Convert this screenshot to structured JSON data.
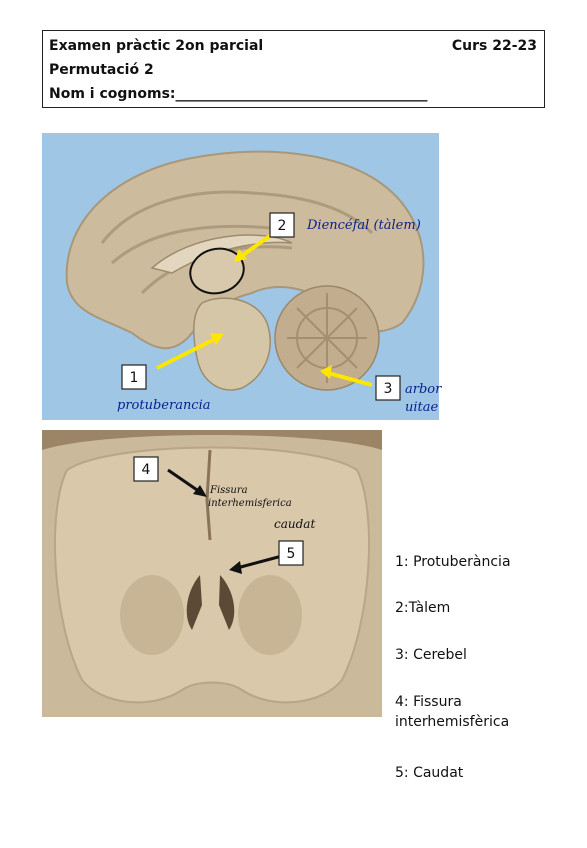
{
  "header": {
    "line1": "Examen pràctic 2on parcial",
    "course": "Curs 22-23",
    "line2": "Permutació 2",
    "line3": "Nom i cognoms:____________________________________"
  },
  "sagittal": {
    "labels": [
      {
        "num": "1",
        "hand": "protuberancia"
      },
      {
        "num": "2",
        "hand": "Diencéfal (tàlem)"
      },
      {
        "num": "3",
        "hand": "arbor",
        "hand2": "uitae"
      }
    ]
  },
  "coronal": {
    "labels": [
      {
        "num": "4",
        "hand": "Fissura",
        "hand2": "interhemisferica"
      },
      {
        "num": "5",
        "hand": "caudat"
      }
    ]
  },
  "answers": [
    {
      "text": "1: Protuberància"
    },
    {
      "text": "2:Tàlem"
    },
    {
      "text": "3: Cerebel"
    },
    {
      "text": "4: Fissura",
      "text2": "interhemisfèrica"
    },
    {
      "text": "5: Caudat"
    }
  ],
  "colors": {
    "photo_bg": "#9fc6e4",
    "brain": "#c9b79a",
    "arrow": "#ffe600",
    "handwriting": "#0b1e8c"
  }
}
